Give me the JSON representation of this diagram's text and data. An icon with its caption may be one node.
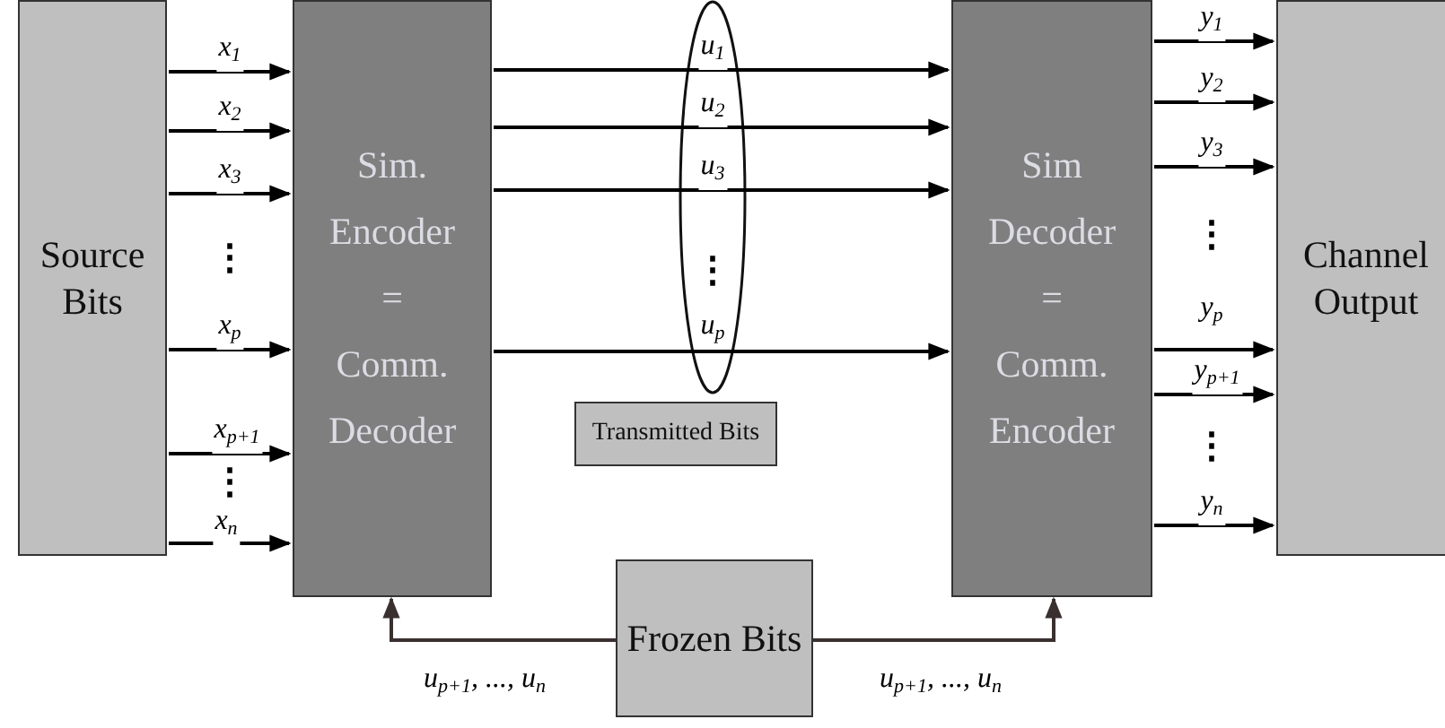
{
  "diagram": {
    "nodes": [
      {
        "text": [
          "Source Bits"
        ]
      },
      {
        "text": [
          "Sim. Encoder = Comm. Decoder"
        ]
      },
      {
        "text": [
          "Transmitted Bits"
        ]
      },
      {
        "text": [
          "Sim Decoder = Comm. Encoder"
        ]
      },
      {
        "text": [
          "Channel Output"
        ]
      },
      {
        "text": [
          "Frozen Bits"
        ]
      }
    ],
    "edges": [
      {
        "from": 0,
        "to": 1,
        "arrow": "to",
        "label": "x$_{1}$"
      },
      {
        "from": 0,
        "to": 1,
        "arrow": "to",
        "label": "x$_{2}$"
      },
      {
        "from": 0,
        "to": 1,
        "arrow": "to",
        "label": "x$_{3}$"
      },
      {
        "from": 0,
        "to": 1,
        "arrow": "to",
        "label": "x$_{p}$"
      },
      {
        "from": 0,
        "to": 1,
        "arrow": "to",
        "label": "x$_{p+1}$"
      },
      {
        "from": 0,
        "to": 1,
        "arrow": "to",
        "label": "x$_{n}$"
      },
      {
        "from": 1,
        "to": 3,
        "arrow": "to",
        "label": "u$_{1}$"
      },
      {
        "from": 1,
        "to": 3,
        "arrow": "to",
        "label": "u$_{2}$"
      },
      {
        "from": 1,
        "to": 3,
        "arrow": "to",
        "label": "u$_{3}$"
      },
      {
        "from": 1,
        "to": 3,
        "arrow": "to",
        "label": "u$_{p}$"
      },
      {
        "from": 3,
        "to": 4,
        "arrow": "to",
        "label": "y$_{1}$"
      },
      {
        "from": 3,
        "to": 4,
        "arrow": "to",
        "label": "y$_{2}$"
      },
      {
        "from": 3,
        "to": 4,
        "arrow": "to",
        "label": "y$_{3}$"
      },
      {
        "from": 3,
        "to": 4,
        "arrow": "to",
        "label": "y$_{p}$"
      },
      {
        "from": 3,
        "to": 4,
        "arrow": "to",
        "label": "y$_{p+1}$"
      },
      {
        "from": 3,
        "to": 4,
        "arrow": "to",
        "label": "y$_{n}$"
      },
      {
        "from": 5,
        "to": 1,
        "arrow": "to",
        "label": "u$_{p+1}$, ..., u$_{n}$"
      },
      {
        "from": 5,
        "to": 3,
        "arrow": "to",
        "label": "u$_{p+1}$, ..., u$_{n}$"
      }
    ],
    "labels": [
      "⋮",
      "⋮",
      "⋮",
      "⋮",
      "⋮"
    ]
  }
}
